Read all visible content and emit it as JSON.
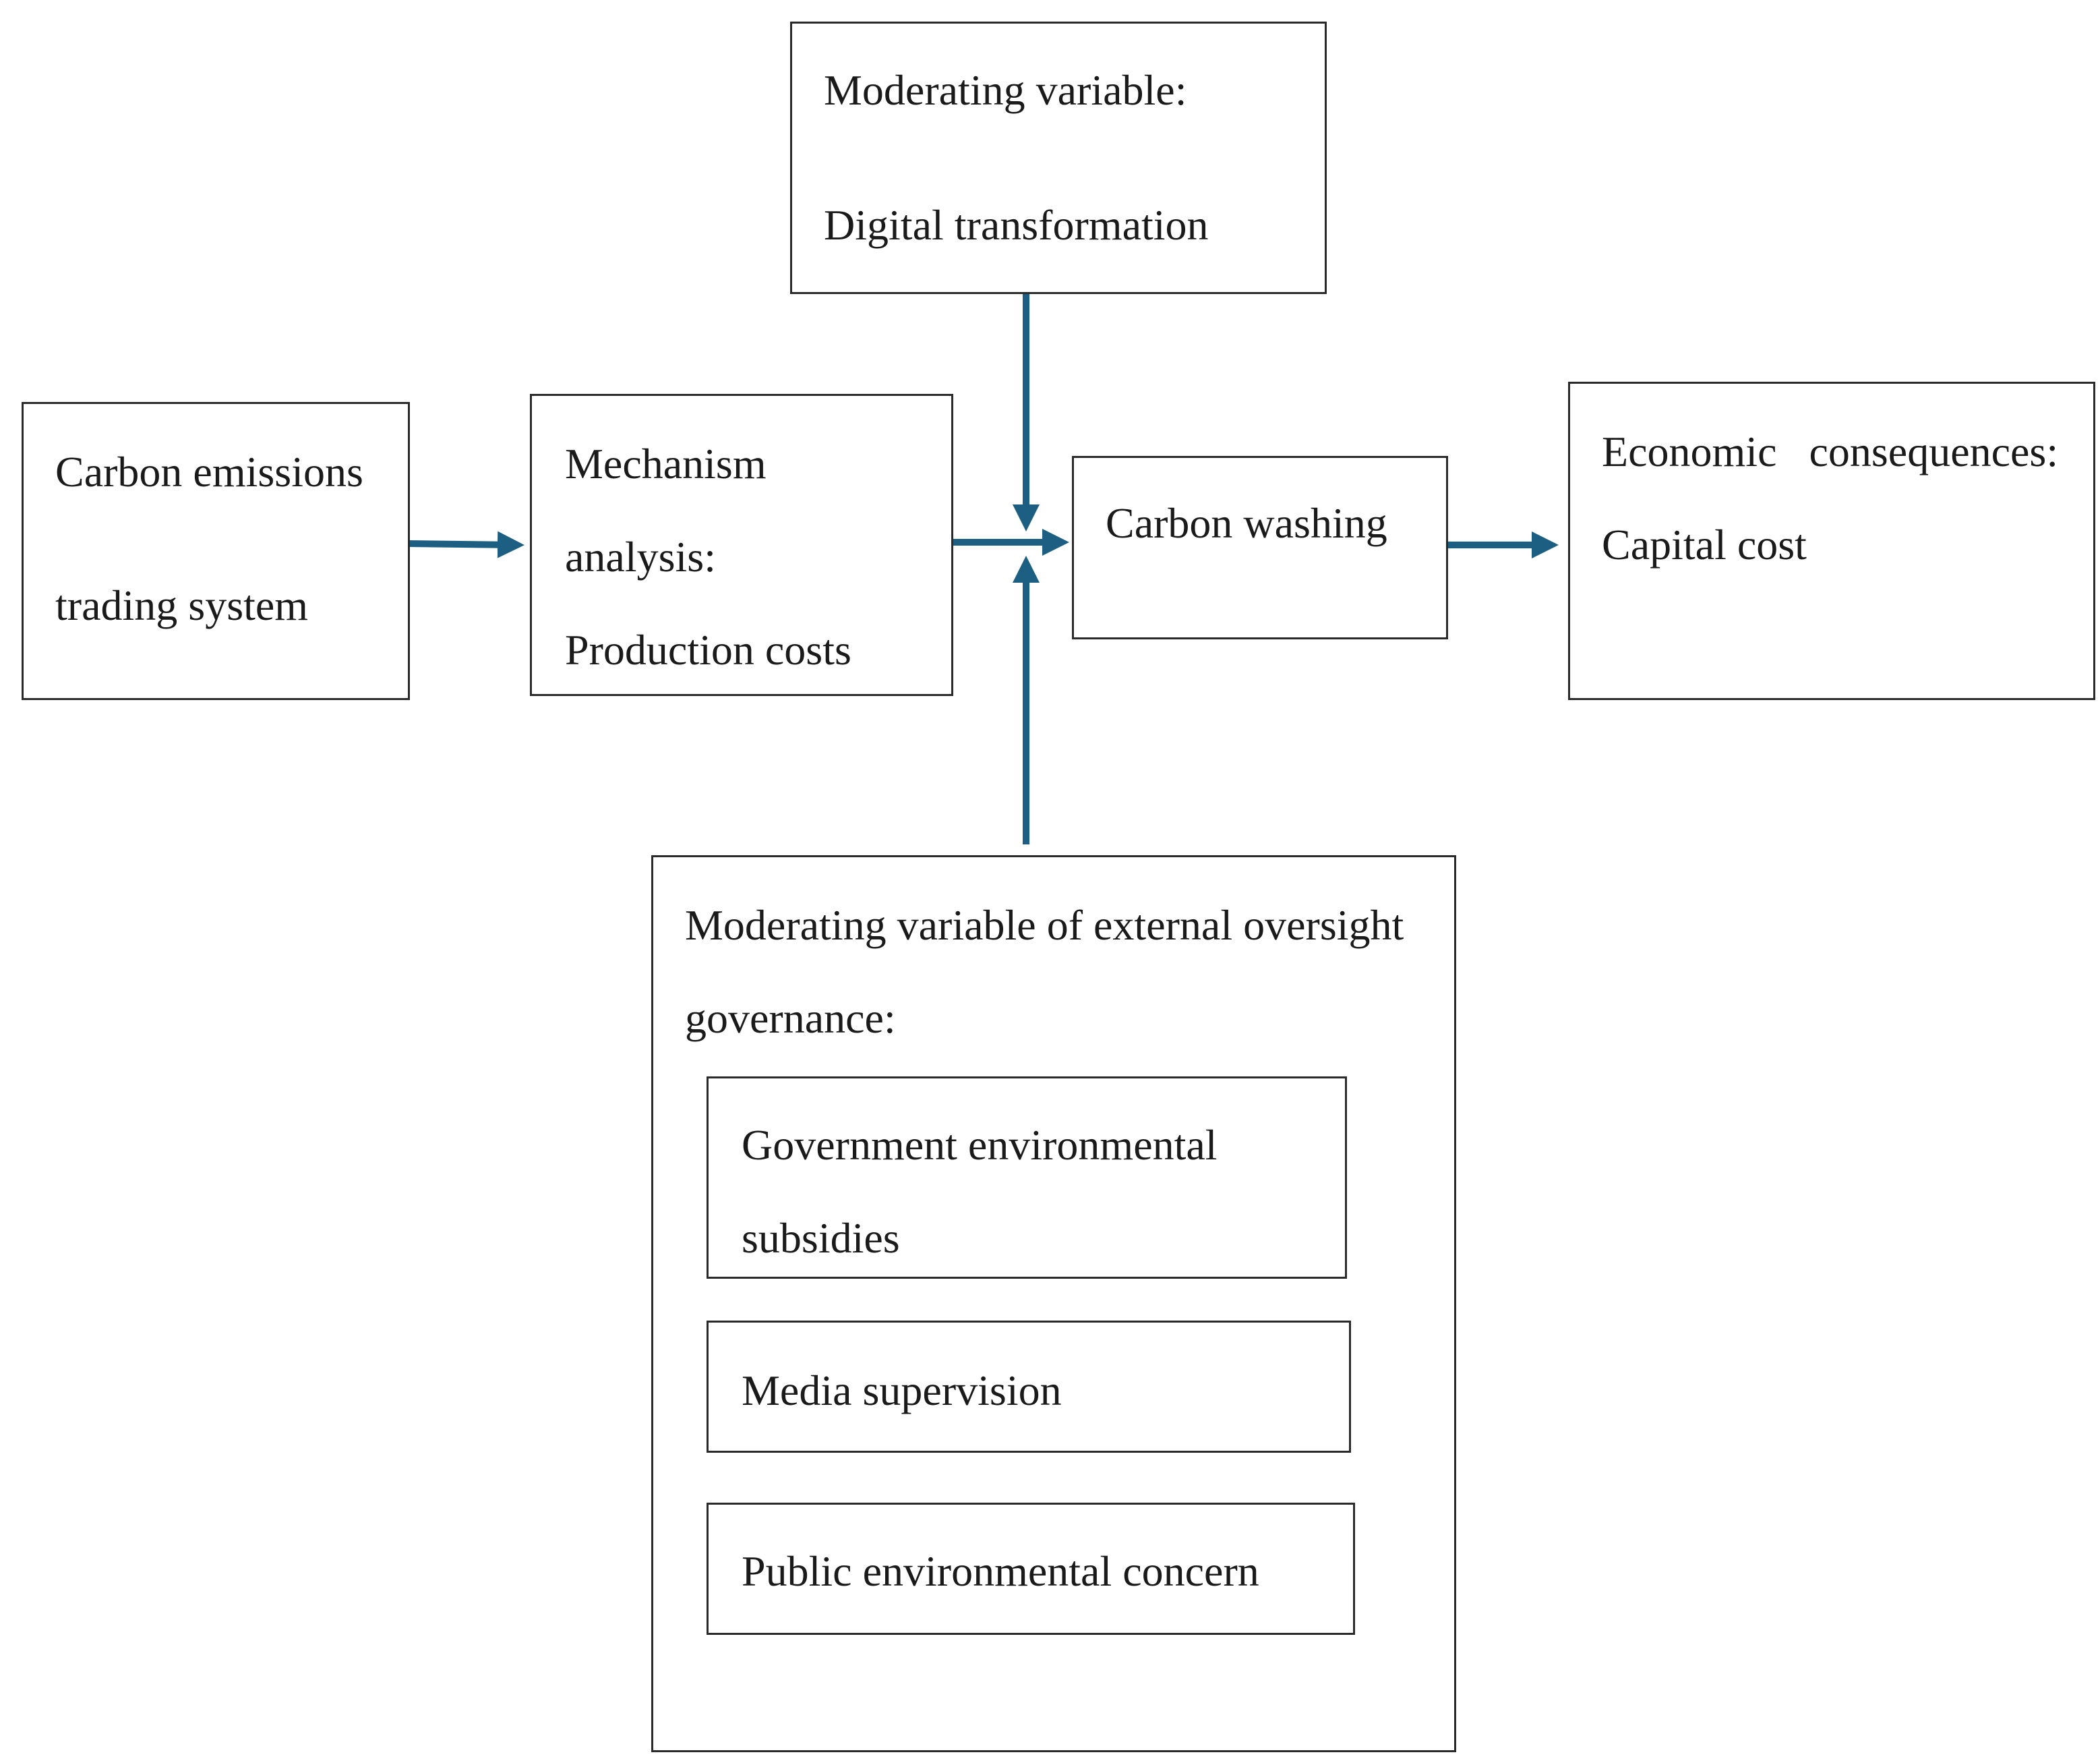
{
  "diagram": {
    "colors": {
      "arrow": "#1d5f82",
      "border": "#2a2a2a",
      "text": "#1a1a1a"
    },
    "nodes": {
      "carbon_emissions": {
        "line1": "Carbon emissions",
        "line2": "trading system"
      },
      "mechanism": {
        "line1": "Mechanism",
        "line2": "analysis:",
        "line3": "Production costs"
      },
      "digital": {
        "line1": "Moderating variable:",
        "line2": "Digital transformation"
      },
      "carbon_washing": {
        "line1": "Carbon washing"
      },
      "economic": {
        "line1": "Economic   consequences:",
        "line2": "Capital cost"
      },
      "external": {
        "line1": "Moderating variable of external oversight",
        "line2": "governance:",
        "items": [
          {
            "line1": "Government environmental",
            "line2": "subsidies"
          },
          {
            "line1": "Media supervision"
          },
          {
            "line1": "Public environmental concern"
          }
        ]
      }
    },
    "edges": [
      {
        "from": "carbon_emissions",
        "to": "mechanism"
      },
      {
        "from": "mechanism",
        "to": "carbon_washing"
      },
      {
        "from": "digital",
        "to": "carbon_washing"
      },
      {
        "from": "external",
        "to": "carbon_washing"
      },
      {
        "from": "carbon_washing",
        "to": "economic"
      }
    ]
  }
}
